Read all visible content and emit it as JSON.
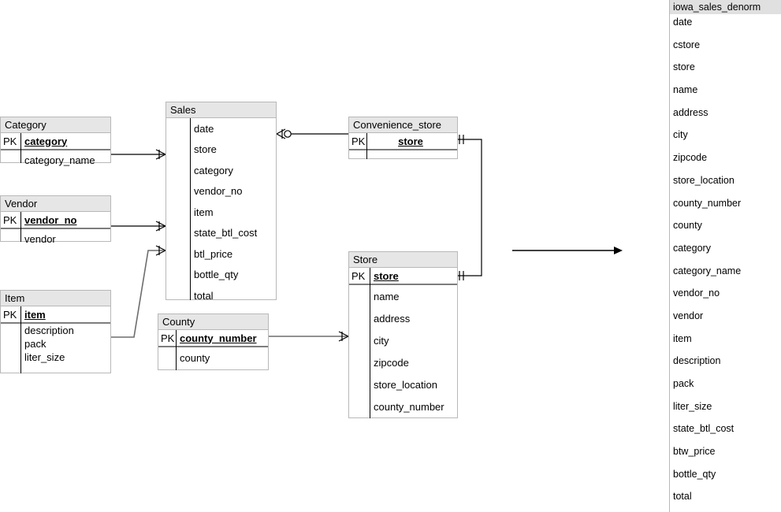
{
  "diagram": {
    "entities": [
      {
        "name": "Category",
        "key_label": "PK",
        "pk": "category",
        "attributes": [
          "category_name"
        ]
      },
      {
        "name": "Vendor",
        "key_label": "PK",
        "pk": "vendor_no",
        "attributes": [
          "vendor"
        ]
      },
      {
        "name": "Item",
        "key_label": "PK",
        "pk": "item",
        "attributes": [
          "description",
          "pack",
          "liter_size"
        ]
      },
      {
        "name": "Sales",
        "key_label": "",
        "pk": "",
        "attributes": [
          "date",
          "store",
          "category",
          "vendor_no",
          "item",
          "state_btl_cost",
          "btl_price",
          "bottle_qty",
          "total"
        ]
      },
      {
        "name": "County",
        "key_label": "PK",
        "pk": "county_number",
        "attributes": [
          "county"
        ]
      },
      {
        "name": "Convenience_store",
        "key_label": "PK",
        "pk": "store",
        "attributes": [
          ""
        ]
      },
      {
        "name": "Store",
        "key_label": "PK",
        "pk": "store",
        "attributes": [
          "name",
          "address",
          "city",
          "zipcode",
          "store_location",
          "county_number"
        ]
      }
    ],
    "relationships": [
      {
        "from": "Category",
        "to": "Sales",
        "to_cardinality": "many"
      },
      {
        "from": "Vendor",
        "to": "Sales",
        "to_cardinality": "many"
      },
      {
        "from": "Item",
        "to": "Sales",
        "to_cardinality": "many"
      },
      {
        "from": "Sales",
        "to": "Convenience_store",
        "from_cardinality": "zero-or-many"
      },
      {
        "from": "Convenience_store",
        "to": "Store",
        "from_cardinality": "one",
        "to_cardinality": "one"
      },
      {
        "from": "County",
        "to": "Store",
        "to_cardinality": "many"
      }
    ],
    "transform_arrow": {
      "label": "",
      "direction": "right"
    },
    "colors": {
      "entity_header_fill": "#e6e6e6",
      "entity_border": "#b8b8b8",
      "pk_separator": "#7d7d7d",
      "connector": "#000000",
      "panel_header_fill": "#e0e0e0"
    }
  },
  "denorm_table": {
    "title": "iowa_sales_denorm",
    "columns": [
      "date",
      "cstore",
      "store",
      "name",
      "address",
      "city",
      "zipcode",
      "store_location",
      "county_number",
      "county",
      "category",
      "category_name",
      "vendor_no",
      "vendor",
      "item",
      "description",
      "pack",
      "liter_size",
      "state_btl_cost",
      "btw_price",
      "bottle_qty",
      "total"
    ]
  }
}
